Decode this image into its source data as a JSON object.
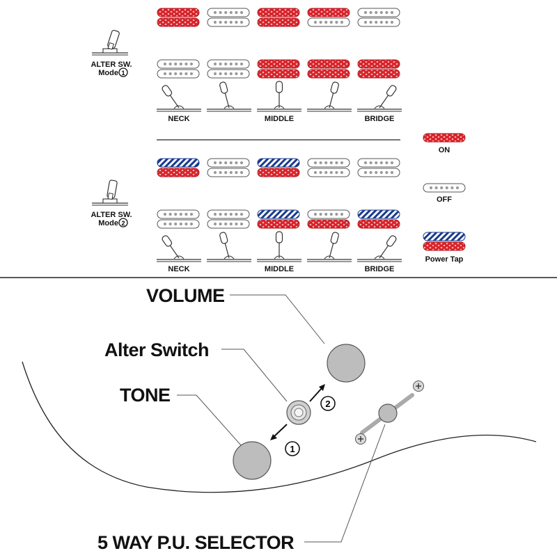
{
  "modes": [
    {
      "alter_label": "ALTER SW.",
      "mode_label": "Mode",
      "mode_number": "1",
      "positions": [
        {
          "neck": "on",
          "bridge": "on"
        },
        {
          "neck": "off",
          "bridge": "off"
        },
        {
          "neck": "on",
          "bridge": "on"
        },
        {
          "neck": "on",
          "bridge": "off"
        },
        {
          "neck": "off",
          "bridge": "off"
        }
      ],
      "positions_row2": [
        {
          "neck": "off",
          "bridge": "off"
        },
        {
          "neck": "off",
          "bridge": "off"
        },
        {
          "neck": "on",
          "bridge": "on"
        },
        {
          "neck": "on",
          "bridge": "on"
        },
        {
          "neck": "on",
          "bridge": "on"
        }
      ]
    },
    {
      "alter_label": "ALTER SW.",
      "mode_label": "Mode",
      "mode_number": "2",
      "positions": [
        {
          "neck": "tap",
          "bridge": "on"
        },
        {
          "neck": "off",
          "bridge": "off"
        },
        {
          "neck": "tap",
          "bridge": "on"
        },
        {
          "neck": "off",
          "bridge": "off"
        },
        {
          "neck": "off",
          "bridge": "off"
        }
      ],
      "positions_row2": [
        {
          "neck": "off",
          "bridge": "off"
        },
        {
          "neck": "off",
          "bridge": "off"
        },
        {
          "neck": "tap",
          "bridge": "on"
        },
        {
          "neck": "off",
          "bridge": "on"
        },
        {
          "neck": "tap",
          "bridge": "on"
        }
      ]
    }
  ],
  "selector_labels": [
    "NECK",
    "",
    "MIDDLE",
    "",
    "BRIDGE"
  ],
  "legend": [
    {
      "state": "on",
      "label": "ON"
    },
    {
      "state": "off",
      "label": "OFF"
    },
    {
      "state": "tap",
      "label": "Power Tap"
    }
  ],
  "controls": {
    "volume": "VOLUME",
    "alter_switch": "Alter Switch",
    "tone": "TONE",
    "selector": "5 WAY P.U. SELECTOR",
    "arrow_1": "1",
    "arrow_2": "2"
  },
  "colors": {
    "on_red": "#d8222a",
    "tap_blue": "#1a3a8c",
    "knob_gray": "#bdbdbd",
    "line": "#555555"
  }
}
